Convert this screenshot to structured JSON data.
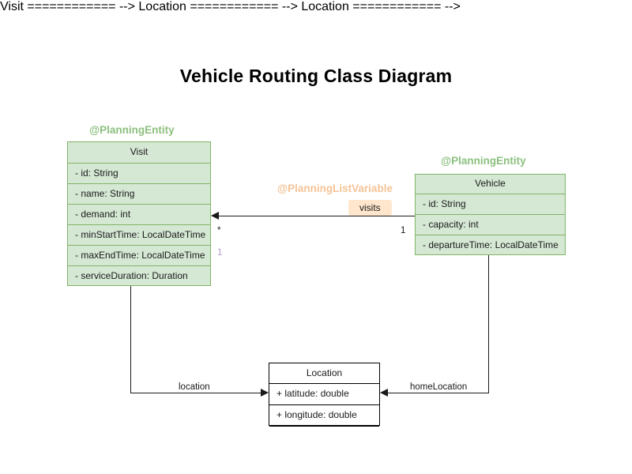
{
  "title": "Vehicle Routing Class Diagram",
  "colors": {
    "class_fill": "#d5e8d4",
    "class_border": "#82b366",
    "annotation_green": "#8cc07f",
    "annotation_orange": "#f5c396",
    "badge_fill": "#ffe6cc",
    "plain_fill": "#ffffff",
    "plain_border": "#000000",
    "line": "#1a1a1a",
    "multiplicity_muted": "#b09cc8",
    "background": "#ffffff"
  },
  "classes": [
    {
      "id": "visit",
      "name": "Visit",
      "annotation": "@PlanningEntity",
      "fields": [
        "- id: String",
        "- name: String",
        "- demand: int",
        "- minStartTime: LocalDateTime",
        "- maxEndTime: LocalDateTime",
        "- serviceDuration: Duration"
      ]
    },
    {
      "id": "vehicle",
      "name": "Vehicle",
      "annotation": "@PlanningEntity",
      "fields": [
        "- id: String",
        "- capacity: int",
        "- departureTime: LocalDateTime"
      ]
    },
    {
      "id": "location",
      "name": "Location",
      "annotation": "",
      "fields": [
        "+ latitude: double",
        "+ longitude: double"
      ]
    }
  ],
  "associations": [
    {
      "id": "visits",
      "label": "visits",
      "annotation": "@PlanningListVariable",
      "from": "Vehicle",
      "to": "Visit",
      "source_multiplicity": "1",
      "target_multiplicity": "*"
    },
    {
      "id": "location",
      "label": "location",
      "from": "Visit",
      "to": "Location",
      "source_multiplicity": "1",
      "target_multiplicity": ""
    },
    {
      "id": "home-location",
      "label": "homeLocation",
      "from": "Vehicle",
      "to": "Location",
      "source_multiplicity": "",
      "target_multiplicity": ""
    }
  ]
}
